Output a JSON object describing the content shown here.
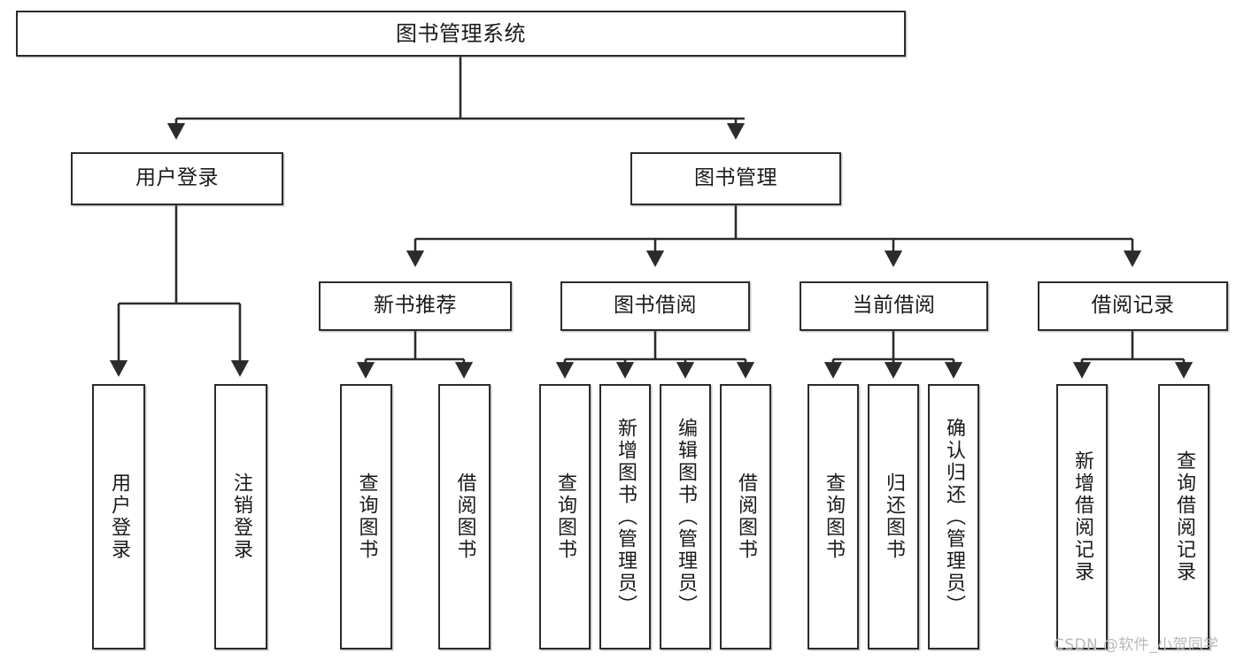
{
  "diagram": {
    "type": "tree-hierarchy",
    "title": "图书管理系统",
    "root": {
      "id": "root",
      "label": "图书管理系统",
      "orientation": "horizontal"
    },
    "level1": [
      {
        "id": "user-login",
        "label": "用户登录",
        "orientation": "horizontal"
      },
      {
        "id": "book-manage",
        "label": "图书管理",
        "orientation": "horizontal"
      }
    ],
    "level2": [
      {
        "id": "new-book-recommend",
        "label": "新书推荐",
        "orientation": "horizontal",
        "parent": "book-manage"
      },
      {
        "id": "book-borrow",
        "label": "图书借阅",
        "orientation": "horizontal",
        "parent": "book-manage"
      },
      {
        "id": "current-borrow",
        "label": "当前借阅",
        "orientation": "horizontal",
        "parent": "book-manage"
      },
      {
        "id": "borrow-record",
        "label": "借阅记录",
        "orientation": "horizontal",
        "parent": "book-manage"
      }
    ],
    "leaves": [
      {
        "id": "leaf-user-login",
        "label": "用户登录",
        "orientation": "vertical",
        "parent": "user-login"
      },
      {
        "id": "leaf-logout-login",
        "label": "注销登录",
        "orientation": "vertical",
        "parent": "user-login"
      },
      {
        "id": "leaf-query-book-1",
        "label": "查询图书",
        "orientation": "vertical",
        "parent": "new-book-recommend"
      },
      {
        "id": "leaf-borrow-book-1",
        "label": "借阅图书",
        "orientation": "vertical",
        "parent": "new-book-recommend"
      },
      {
        "id": "leaf-query-book-2",
        "label": "查询图书",
        "orientation": "vertical",
        "parent": "book-borrow"
      },
      {
        "id": "leaf-add-book",
        "label": "新增图书（管理员）",
        "orientation": "vertical",
        "parent": "book-borrow"
      },
      {
        "id": "leaf-edit-book",
        "label": "编辑图书（管理员）",
        "orientation": "vertical",
        "parent": "book-borrow"
      },
      {
        "id": "leaf-borrow-book-2",
        "label": "借阅图书",
        "orientation": "vertical",
        "parent": "book-borrow"
      },
      {
        "id": "leaf-query-book-3",
        "label": "查询图书",
        "orientation": "vertical",
        "parent": "current-borrow"
      },
      {
        "id": "leaf-return-book",
        "label": "归还图书",
        "orientation": "vertical",
        "parent": "current-borrow"
      },
      {
        "id": "leaf-confirm-return",
        "label": "确认归还（管理员）",
        "orientation": "vertical",
        "parent": "current-borrow"
      },
      {
        "id": "leaf-add-record",
        "label": "新增借阅记录",
        "orientation": "vertical",
        "parent": "borrow-record"
      },
      {
        "id": "leaf-query-record",
        "label": "查询借阅记录",
        "orientation": "vertical",
        "parent": "borrow-record"
      }
    ],
    "colors": {
      "box_border": "#2b2b2b",
      "box_fill": "#ffffff",
      "edge": "#2b2b2b",
      "text": "#1a1a1a",
      "background": "#ffffff",
      "watermark": "#b9b9b9"
    }
  },
  "watermark": {
    "text": "CSDN @软件_小贺同学"
  }
}
